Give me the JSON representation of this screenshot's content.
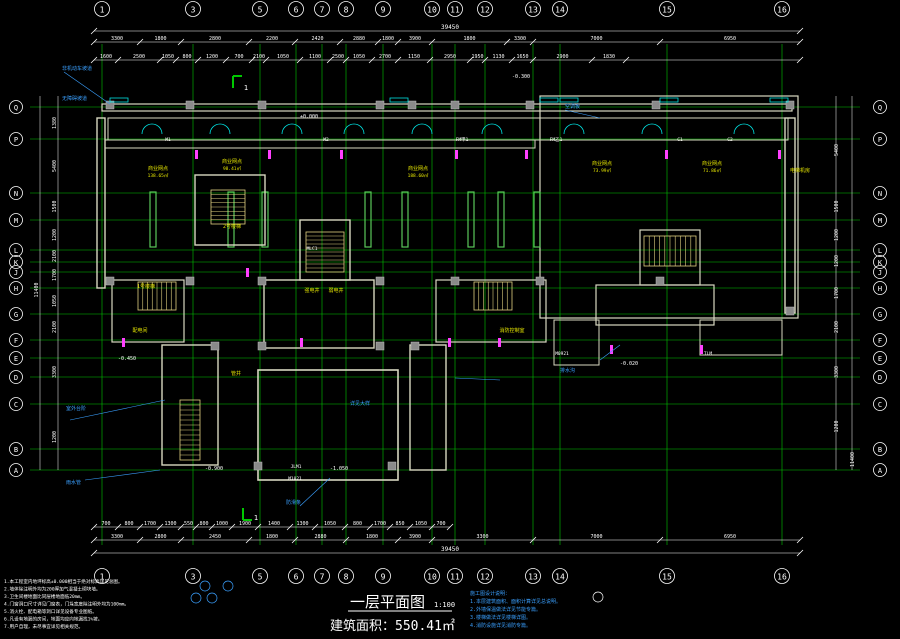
{
  "colors": {
    "background": "#000000",
    "axis": "#ffffff",
    "grid": "#00c800",
    "dim": "#ffffff",
    "wall": "#d8d8c0",
    "stair": "#e0d080",
    "room": "#e6e600",
    "annotation": "#3aa0ff",
    "column": "#8a8a8a",
    "accent": "#ff40ff",
    "cyan": "#00e0e0"
  },
  "grid_columns": [
    "1",
    "3",
    "5",
    "6",
    "7",
    "8",
    "9",
    "10",
    "11",
    "12",
    "13",
    "14",
    "15",
    "16"
  ],
  "grid_rows_left": [
    "Q",
    "P",
    "N",
    "M",
    "L",
    "K",
    "J",
    "H",
    "G",
    "F",
    "E",
    "D",
    "C",
    "B",
    "A"
  ],
  "grid_rows_right": [
    "Q",
    "P",
    "N",
    "M",
    "L",
    "K",
    "J",
    "H",
    "G",
    "F",
    "E",
    "D",
    "C",
    "B",
    "A"
  ],
  "top_dimensions": {
    "overall": "39450",
    "row_1": [
      "3300",
      "1800",
      "2800",
      "2200",
      "2420",
      "2880",
      "1800",
      "3900",
      "1800",
      "3300",
      "7000",
      "6950"
    ],
    "row_2": [
      "1600",
      "2500",
      "1050",
      "800",
      "1200",
      "700",
      "2100",
      "1050",
      "1100",
      "2500",
      "1050",
      "2700",
      "1150",
      "2950",
      "1950",
      "1130",
      "1650",
      "2900",
      "1830"
    ]
  },
  "bottom_dimensions": {
    "overall": "39450",
    "row_1": [
      "3300",
      "2800",
      "2450",
      "1800",
      "2880",
      "1800",
      "3900",
      "3300",
      "7000",
      "6950"
    ],
    "row_2": [
      "700",
      "800",
      "1700",
      "1300",
      "550",
      "800",
      "1000",
      "1900",
      "1400",
      "1300",
      "1050",
      "800",
      "1700",
      "850",
      "1050",
      "700"
    ]
  },
  "side_dimensions_left": [
    "1380",
    "5400",
    "1500",
    "1200",
    "2100",
    "1700",
    "1050",
    "2100",
    "3300",
    "1200",
    "11400"
  ],
  "side_dimensions_right": [
    "5400",
    "1500",
    "1200",
    "1200",
    "1700",
    "2100",
    "3300",
    "1200",
    "11400"
  ],
  "room_labels": [
    "商业网点",
    "商业网点",
    "商业网点",
    "商业网点",
    "商业网点",
    "电梯机房",
    "2号楼梯",
    "1号楼梯",
    "强电井",
    "弱电井",
    "管井",
    "配电间",
    "消防控制室"
  ],
  "room_areas": [
    "138.65㎡",
    "98.41㎡",
    "188.60㎡",
    "73.99㎡",
    "71.86㎡"
  ],
  "elevations": [
    "±0.000",
    "-0.300",
    "-0.450",
    "-0.900",
    "-1.050",
    "-0.020"
  ],
  "annotations": [
    "非机动车坡道",
    "无障碍坡道",
    "室外台阶",
    "雨水管",
    "空调板",
    "排水沟",
    "防滑条",
    "详见大样"
  ],
  "title": "一层平面图",
  "title_scale": "1:100",
  "area_label": "建筑面积：550.41㎡",
  "notes_left": [
    "1.本工程室内地坪标高±0.000相当于绝对标高详见总图。",
    "2.墙体除注明外均为200厚加气混凝土砌块墙。",
    "3.卫生间楼地面比同层楼地面低20mm。",
    "4.门窗洞口尺寸详见门窗表，门垛宽度除注明外均为100mm。",
    "5.消火栓、配电箱等洞口详见设备专业图纸。",
    "6.凡设有地漏的房间，地面均应向地漏找1%坡。",
    "7.用户自理，未尽事宜详见相关规范。"
  ],
  "notes_right": [
    "施工图设计说明：",
    "1.本层建筑面积、面积计算详见总说明。",
    "2.外墙保温做法详见节能专篇。",
    "3.楼梯做法详见楼梯详图。",
    "4.消防设施详见消防专篇。"
  ],
  "mark_codes": [
    "M1",
    "M2",
    "FM甲1",
    "FM乙1",
    "C1",
    "C2",
    "MLC1",
    "JLM1",
    "M1021",
    "M0921",
    "TLM"
  ],
  "view_marks": [
    "1",
    "1"
  ]
}
